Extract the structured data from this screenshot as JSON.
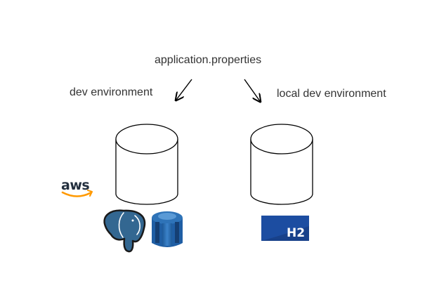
{
  "config_file": {
    "label": "application.properties"
  },
  "environments": {
    "dev": {
      "label": "dev environment",
      "cloud_logo_text": "aws",
      "db_icons": [
        "postgresql-icon",
        "amazon-rds-icon"
      ]
    },
    "local": {
      "label": "local dev environment",
      "db_logo_text": "H2"
    }
  },
  "colors": {
    "text": "#333333",
    "aws_orange": "#ff9900",
    "postgres_blue": "#336791",
    "rds_blue": "#2e73b8",
    "h2_blue": "#1c4da1"
  }
}
